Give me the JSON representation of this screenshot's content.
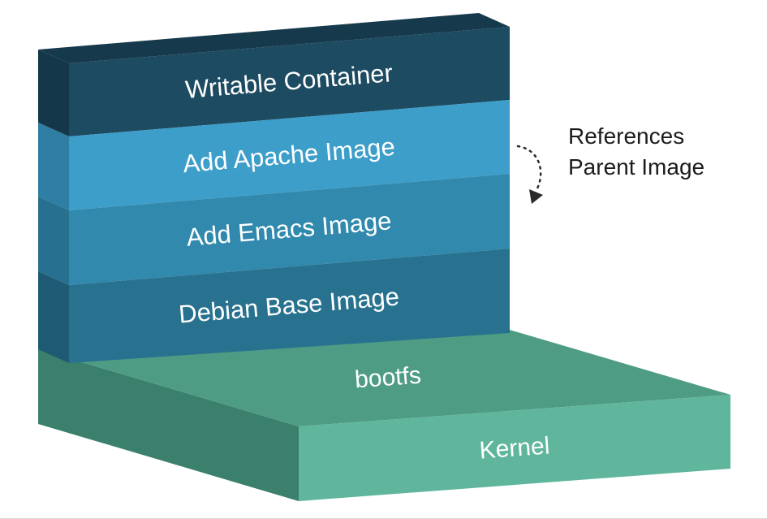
{
  "diagram": {
    "type": "docker-image-layers",
    "text_color": "#ffffff",
    "wall_top_color": "#16394b",
    "wall_layers": [
      {
        "label": "Writable Container",
        "front_color": "#1d4b61",
        "side_color": "#14384a"
      },
      {
        "label": "Add Apache Image",
        "front_color": "#3d9ec9",
        "side_color": "#2f7fa4"
      },
      {
        "label": "Add Emacs Image",
        "front_color": "#3189ad",
        "side_color": "#27708f"
      },
      {
        "label": "Debian Base Image",
        "front_color": "#28728f",
        "side_color": "#1e5a74"
      }
    ],
    "platform": {
      "top_label": "bootfs",
      "front_label": "Kernel",
      "top_color": "#4f9c85",
      "front_color": "#5fb69d",
      "side_color": "#3b806c"
    },
    "annotation": {
      "line1": "References",
      "line2": "Parent Image",
      "arrow_color": "#2a2a2a"
    }
  }
}
